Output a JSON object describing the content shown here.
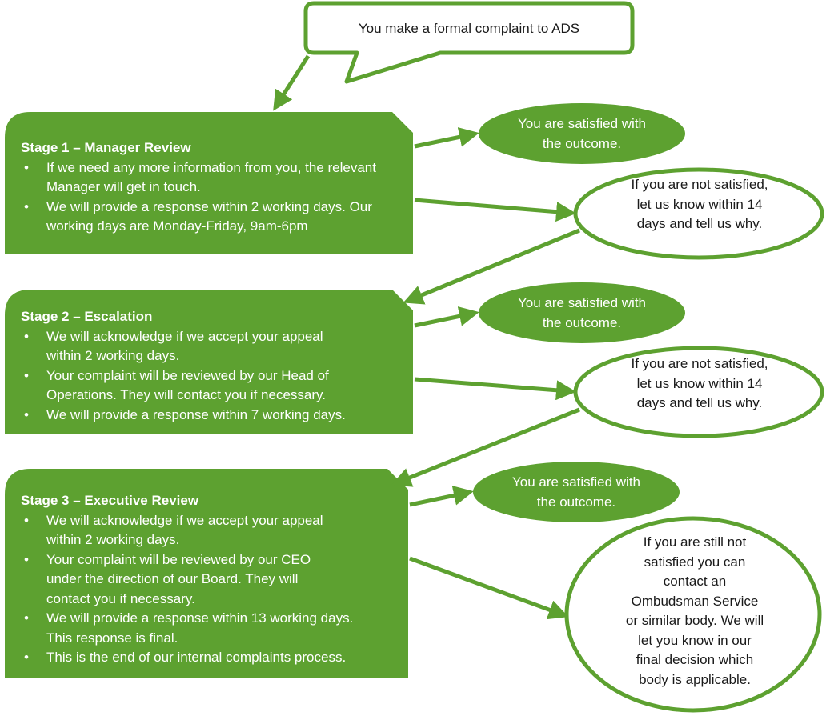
{
  "colors": {
    "primary_green": "#5da130",
    "text_dark": "#1a1a1a",
    "text_light": "#ffffff"
  },
  "start": {
    "label": "You make a formal complaint to ADS"
  },
  "stages": [
    {
      "title": "Stage 1 – Manager Review",
      "bullets": [
        "If we need any more information from you, the relevant Manager will get in touch.",
        "We will provide a response within 2 working days. Our working days are Monday-Friday, 9am-6pm"
      ]
    },
    {
      "title": "Stage 2 – Escalation",
      "bullets": [
        "We will acknowledge if we accept your appeal within 2 working days.",
        "Your complaint will be reviewed by our Head of Operations. They will contact you if necessary.",
        "We will provide a response within 7 working days."
      ]
    },
    {
      "title": "Stage 3 – Executive Review",
      "bullets": [
        "We will acknowledge if we accept your appeal within 2 working days.",
        "Your complaint will be reviewed by our CEO under the direction of our Board. They will contact you if necessary.",
        "We will provide a response within 13 working days.  This response is final.",
        "This is the end of our internal complaints process."
      ]
    }
  ],
  "outcomes": {
    "satisfied": "You are satisfied with the outcome.",
    "not_satisfied": "If you are not satisfied, let us know within 14 days and tell us why.",
    "ombudsman": "If you are still not satisfied you can contact an Ombudsman Service or similar body. We will let you know in our final decision which body is applicable."
  }
}
